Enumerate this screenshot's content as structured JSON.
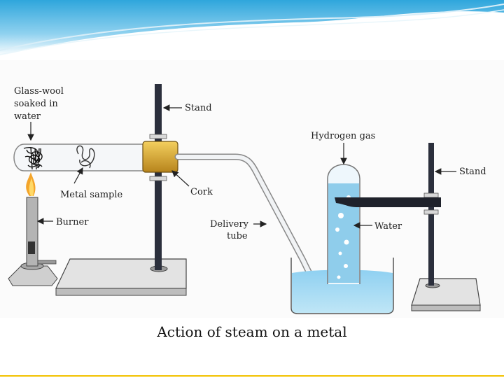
{
  "slide": {
    "caption": "Action of steam on a metal",
    "colors": {
      "header_wave": "#5fb9e4",
      "water": "#a9d8ef",
      "flask_body": "#e2b234",
      "stand": "#2b2f3c",
      "footer_line": "#f2c200"
    }
  },
  "diagram": {
    "labels": {
      "glass_wool_1": "Glass-wool",
      "glass_wool_2": "soaked in",
      "glass_wool_3": "water",
      "metal_sample": "Metal sample",
      "burner": "Burner",
      "stand_left": "Stand",
      "cork": "Cork",
      "delivery_1": "Delivery",
      "delivery_2": "tube",
      "hydrogen": "Hydrogen gas",
      "water": "Water",
      "stand_right": "Stand"
    }
  }
}
